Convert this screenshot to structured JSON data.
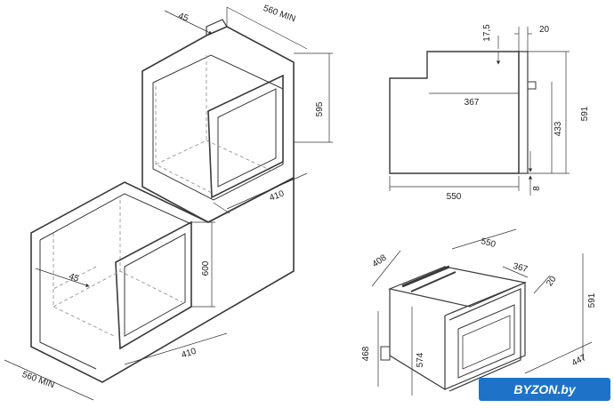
{
  "install_column": {
    "niche_width": "560 MIN",
    "top_offset": "45",
    "height": "595",
    "depth": "410"
  },
  "install_under": {
    "niche_width": "560 MIN",
    "front_offset": "45",
    "height": "600",
    "depth": "410"
  },
  "side_view": {
    "panel_height": "17,5",
    "panel_width": "20",
    "inner_depth": "367",
    "height_total": "591",
    "inner_height": "433",
    "depth": "550",
    "bottom_gap": "8"
  },
  "iso_view": {
    "width_top": "408",
    "depth": "550",
    "panel_depth": "367",
    "panel_thk": "20",
    "height": "591",
    "front_height": "468",
    "inner_height": "574",
    "width_bottom": "447"
  },
  "watermark": "BYZON.by",
  "colors": {
    "line": "#3a3a3a",
    "wm_bg": "#1e73c8"
  }
}
